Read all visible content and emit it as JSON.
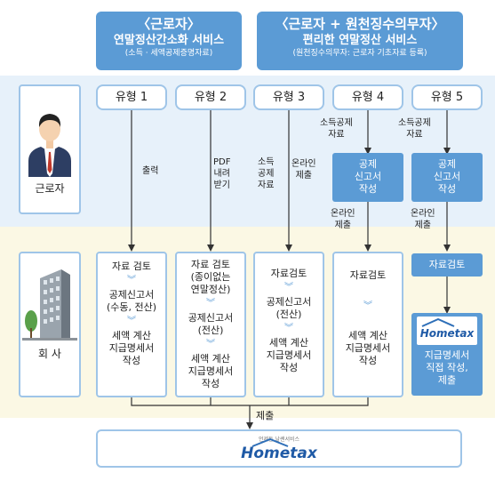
{
  "headers": {
    "left": {
      "title": "〈근로자〉",
      "subtitle": "연말정산간소화 서비스",
      "note": "(소득 · 세액공제증명자료)"
    },
    "right": {
      "title": "〈근로자 + 원천징수의무자〉",
      "subtitle": "편리한 연말정산 서비스",
      "note": "(원천징수의무자: 근로자 기초자료 등록)"
    }
  },
  "rows": {
    "worker": "근로자",
    "company": "회  사"
  },
  "types": [
    "유형 1",
    "유형 2",
    "유형 3",
    "유형 4",
    "유형 5"
  ],
  "flow": {
    "t1_label": "출력",
    "t2_label": "PDF\n내려\n받기",
    "t3_label_a": "소득\n공제\n자료",
    "t3_label_b": "온라인\n제출",
    "t4_top": "소득공제\n자료",
    "t4_box": "공제\n신고서\n작성",
    "t4_online": "온라인\n제출",
    "t5_top": "소득공제\n자료",
    "t5_box": "공제\n신고서\n작성",
    "t5_online": "온라인\n제출"
  },
  "company_boxes": {
    "t1": [
      "자료 검토",
      "공제신고서\n(수동, 전산)",
      "세액 계산\n지급명세서\n작성"
    ],
    "t2": [
      "자료 검토\n(종이없는\n연말정산)",
      "공제신고서\n(전산)",
      "세액 계산\n지급명세서\n작성"
    ],
    "t3": [
      "자료검토",
      "공제신고서\n(전산)",
      "세액 계산\n지급명세서\n작성"
    ],
    "t4": [
      "자료검토",
      "세액 계산\n지급명세서\n작성"
    ],
    "t5_top": "자료검토",
    "t5_bottom": "지급명세서\n직접 작성,\n제출"
  },
  "submit_label": "제출",
  "hometax": {
    "tagline": "언제든 날쌘서비스",
    "logo_text": "Hometax"
  },
  "colors": {
    "accent_blue": "#5b9bd5",
    "light_blue_band": "#e7f1fa",
    "light_yellow_band": "#fbf8e4"
  }
}
